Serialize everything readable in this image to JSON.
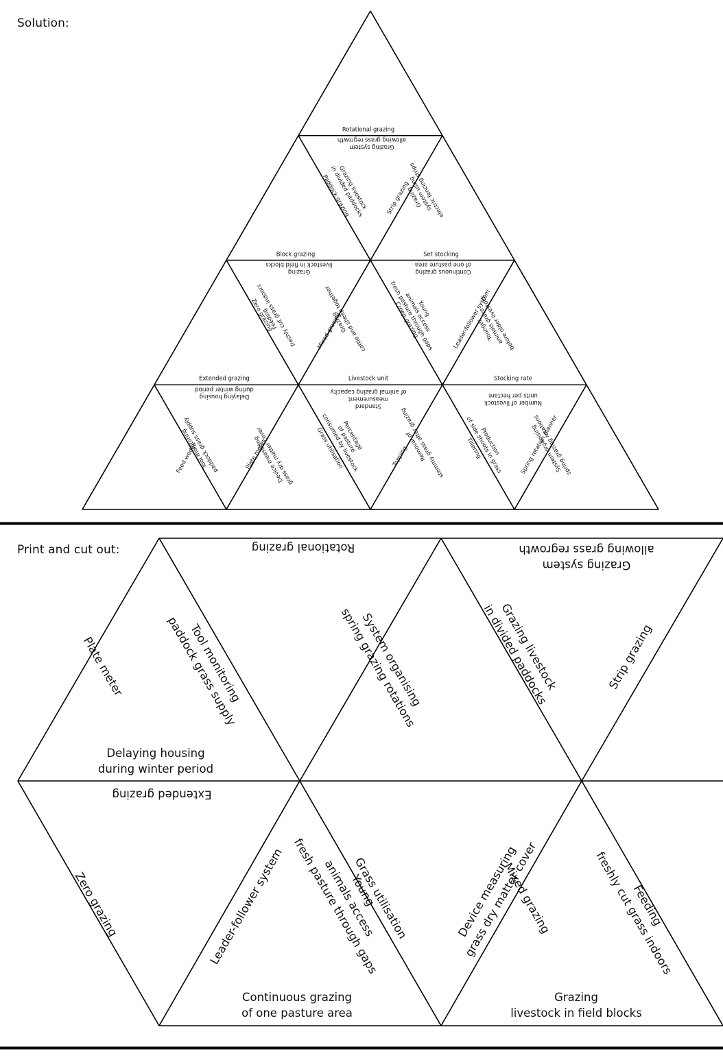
{
  "headings": {
    "solution": "Solution:",
    "print": "Print and cut out:"
  },
  "solution_labels": [
    {
      "id": "s-rotational",
      "lines": [
        "Rotational grazing"
      ]
    },
    {
      "id": "s-rotational-def",
      "lines": [
        "Grazing system",
        "allowing grass regrowth"
      ]
    },
    {
      "id": "s-paddock",
      "lines": [
        "Paddock grazing"
      ]
    },
    {
      "id": "s-paddock-def",
      "lines": [
        "Grazing livestock",
        "in divided paddocks"
      ]
    },
    {
      "id": "s-strip",
      "lines": [
        "Strip grazing"
      ]
    },
    {
      "id": "s-strip-def",
      "lines": [
        "Grazing",
        "system using",
        "electric fencing strips"
      ]
    },
    {
      "id": "s-block",
      "lines": [
        "Block grazing"
      ]
    },
    {
      "id": "s-block-def",
      "lines": [
        "Grazing",
        "livestock in field blocks"
      ]
    },
    {
      "id": "s-set",
      "lines": [
        "Set stocking"
      ]
    },
    {
      "id": "s-set-def",
      "lines": [
        "Continuous grazing",
        "of one pasture area"
      ]
    },
    {
      "id": "s-zero",
      "lines": [
        "Zero grazing"
      ]
    },
    {
      "id": "s-zero-def",
      "lines": [
        "Feeding",
        "freshly cut grass indoors"
      ]
    },
    {
      "id": "s-mixed",
      "lines": [
        "Mixed grazing"
      ]
    },
    {
      "id": "s-mixed-def",
      "lines": [
        "Grazing",
        "cattle and sheep together"
      ]
    },
    {
      "id": "s-creep",
      "lines": [
        "Creep grazing"
      ]
    },
    {
      "id": "s-creep-def",
      "lines": [
        "Young",
        "animals access",
        "fresh pasture through gaps"
      ]
    },
    {
      "id": "s-leader",
      "lines": [
        "Leader-follower system"
      ]
    },
    {
      "id": "s-leader-def",
      "lines": [
        "Younger",
        "animals graze",
        "before older livestock"
      ]
    },
    {
      "id": "s-extended",
      "lines": [
        "Extended grazing"
      ]
    },
    {
      "id": "s-extended-def",
      "lines": [
        "Delaying housing",
        "during winter period"
      ]
    },
    {
      "id": "s-lu",
      "lines": [
        "Livestock unit"
      ]
    },
    {
      "id": "s-lu-def",
      "lines": [
        "Standard",
        "measurement",
        "of animal grazing capacity"
      ]
    },
    {
      "id": "s-rate",
      "lines": [
        "Stocking rate"
      ]
    },
    {
      "id": "s-rate-def",
      "lines": [
        "Number of livestock",
        "units per hectare"
      ]
    },
    {
      "id": "s-feedwedge",
      "lines": [
        "Feed wedge"
      ]
    },
    {
      "id": "s-feedwedge-def",
      "lines": [
        "Tool monitoring",
        "paddock grass supply"
      ]
    },
    {
      "id": "s-platemeter",
      "lines": [
        "Plate meter"
      ]
    },
    {
      "id": "s-platemeter-def",
      "lines": [
        "Device measuring",
        "grass dry matter cover"
      ]
    },
    {
      "id": "s-util",
      "lines": [
        "Grass utilisation"
      ]
    },
    {
      "id": "s-util-def",
      "lines": [
        "Percentage",
        "of pasture",
        "consumed by livestock"
      ]
    },
    {
      "id": "s-topping",
      "lines": [
        "Topping"
      ]
    },
    {
      "id": "s-topping-def",
      "lines": [
        "Removal of",
        "stemmy grass after grazing"
      ]
    },
    {
      "id": "s-tillering",
      "lines": [
        "Tillering"
      ]
    },
    {
      "id": "s-tillering-def",
      "lines": [
        "Production",
        "of side shoots in grass"
      ]
    },
    {
      "id": "s-planner",
      "lines": [
        "Spring rotation planner"
      ]
    },
    {
      "id": "s-planner-def",
      "lines": [
        "System organising",
        "spring grazing rotations"
      ]
    }
  ],
  "cutout_labels": [
    {
      "id": "c-rotational",
      "lines": [
        "Rotational grazing"
      ]
    },
    {
      "id": "c-regrowth",
      "lines": [
        "Grazing system",
        "allowing grass regrowth"
      ]
    },
    {
      "id": "c-platemeter",
      "lines": [
        "Plate meter"
      ]
    },
    {
      "id": "c-tool",
      "lines": [
        "Tool monitoring",
        "paddock grass supply"
      ]
    },
    {
      "id": "c-system",
      "lines": [
        "System organising",
        "spring grazing rotations"
      ]
    },
    {
      "id": "c-divided",
      "lines": [
        "Grazing livestock",
        "in divided paddocks"
      ]
    },
    {
      "id": "c-strip",
      "lines": [
        "Strip grazing"
      ]
    },
    {
      "id": "c-delaying",
      "lines": [
        "Delaying housing",
        "during winter period"
      ]
    },
    {
      "id": "c-extended",
      "lines": [
        "Extended grazing"
      ]
    },
    {
      "id": "c-zero",
      "lines": [
        "Zero grazing"
      ]
    },
    {
      "id": "c-leader",
      "lines": [
        "Leader-follower system"
      ]
    },
    {
      "id": "c-young",
      "lines": [
        "Young",
        "animals access",
        "fresh pasture through gaps"
      ]
    },
    {
      "id": "c-util",
      "lines": [
        "Grass utilisation"
      ]
    },
    {
      "id": "c-device",
      "lines": [
        "Device measuring",
        "grass dry matter cover"
      ]
    },
    {
      "id": "c-mixed",
      "lines": [
        "Mixed grazing"
      ]
    },
    {
      "id": "c-feeding",
      "lines": [
        "Feeding",
        "freshly cut grass indoors"
      ]
    },
    {
      "id": "c-continuous",
      "lines": [
        "Continuous grazing",
        "of one pasture area"
      ]
    },
    {
      "id": "c-block",
      "lines": [
        "Grazing",
        "livestock in field blocks"
      ]
    }
  ]
}
